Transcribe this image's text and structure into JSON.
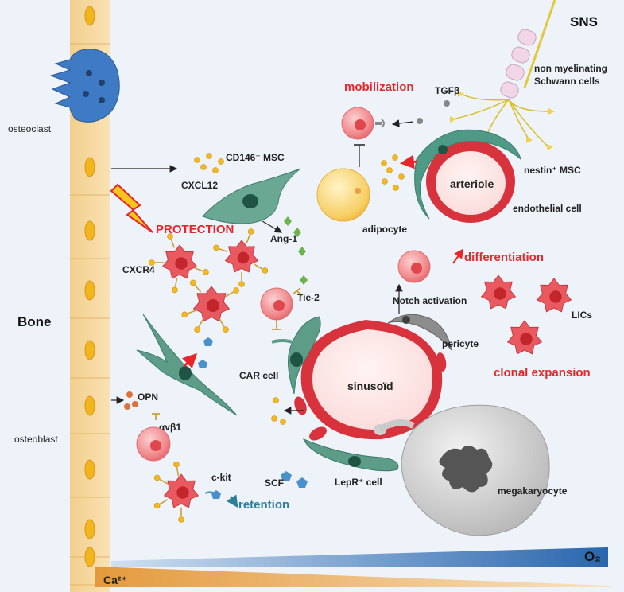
{
  "labels": {
    "sns": "SNS",
    "schwann": [
      "non myelinating",
      "Schwann cells"
    ],
    "mobilization": "mobilization",
    "tgfb": "TGFβ",
    "osteoclast": "osteoclast",
    "cxcl12": "CXCL12",
    "cd146": "CD146⁺ MSC",
    "nestin": "nestin⁺ MSC",
    "arteriole": "arteriole",
    "endothelial": "endothelial cell",
    "adipocyte": "adipocyte",
    "ang1": "Ang-1",
    "protection": "PROTECTION",
    "cxcr4": "CXCR4",
    "differentiation": "differentiation",
    "tie2": "Tie-2",
    "notch": "Notch activation",
    "liCs": "LICs",
    "bone": "Bone",
    "pericyte": "pericyte",
    "clonal": "clonal  expansion",
    "car": "CAR cell",
    "sinusoid": "sinusoïd",
    "opn": "OPN",
    "avb1": "αvβ1",
    "osteoblast": "osteoblast",
    "ckit": "c-kit",
    "scf": "SCF",
    "lepr": "LepR⁺ cell",
    "retention": "retention",
    "megakaryocyte": "megakaryocyte",
    "o2": "O₂",
    "ca": "Ca²⁺"
  },
  "colors": {
    "bone": "#f6d9a0",
    "cell_red": "#e85a5f",
    "msc_green": "#5d9c87",
    "vessel_red": "#d8333c",
    "ligand": "#f5b820",
    "o2_blue": "#2f6db3",
    "ca_orange": "#e8a24a"
  }
}
